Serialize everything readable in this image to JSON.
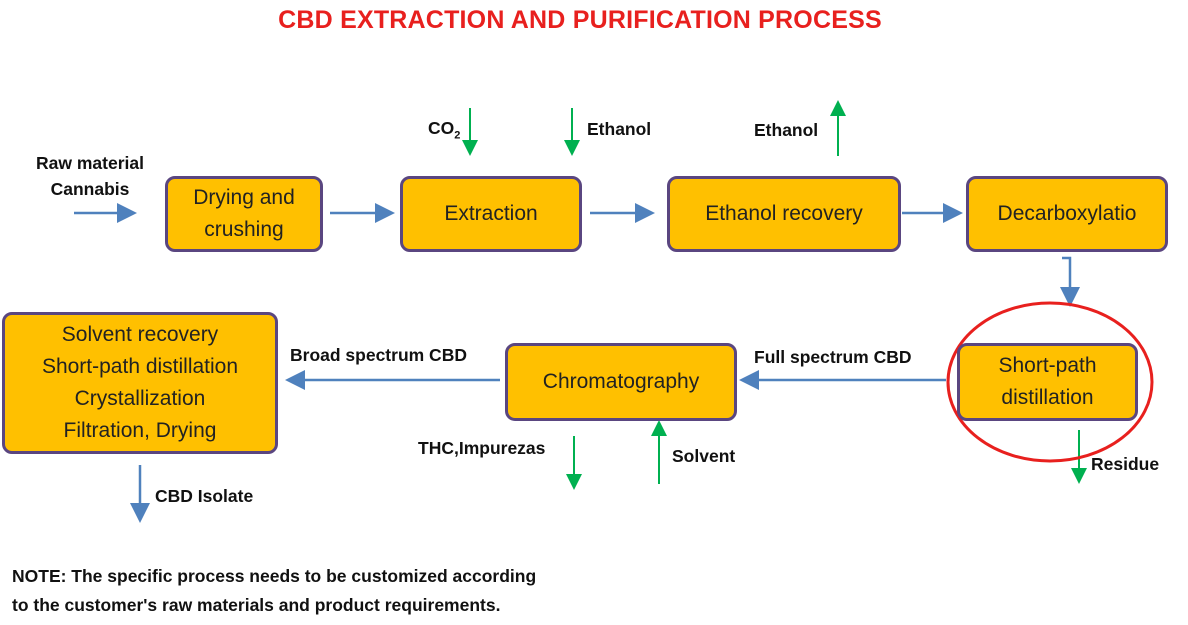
{
  "title": "CBD EXTRACTION AND PURIFICATION PROCESS",
  "nodes": {
    "drying": [
      "Drying and",
      "crushing"
    ],
    "extraction": "Extraction",
    "ethanol_recovery": "Ethanol recovery",
    "decarboxylation": "Decarboxylatio",
    "short_path": [
      "Short-path",
      "distillation"
    ],
    "chromatography": "Chromatography",
    "final": [
      "Solvent recovery",
      "Short-path distillation",
      "Crystallization",
      "Filtration, Drying"
    ]
  },
  "labels": {
    "raw_material": [
      "Raw material",
      "Cannabis"
    ],
    "co2": "CO",
    "co2_sub": "2",
    "ethanol_in": "Ethanol",
    "ethanol_out": "Ethanol",
    "full_spectrum": "Full spectrum CBD",
    "broad_spectrum": "Broad spectrum CBD",
    "thc": "THC,Impurezas",
    "solvent": "Solvent",
    "residue": "Residue",
    "cbd_isolate": "CBD Isolate"
  },
  "note": [
    "NOTE: The specific process needs to be customized according",
    "to the customer's raw materials and product requirements."
  ],
  "colors": {
    "title": "#e8201e",
    "box_fill": "#ffc000",
    "box_border": "#5a4680",
    "flow_arrow": "#4f81bd",
    "io_arrow": "#00b050",
    "highlight_circle": "#e8201e"
  }
}
